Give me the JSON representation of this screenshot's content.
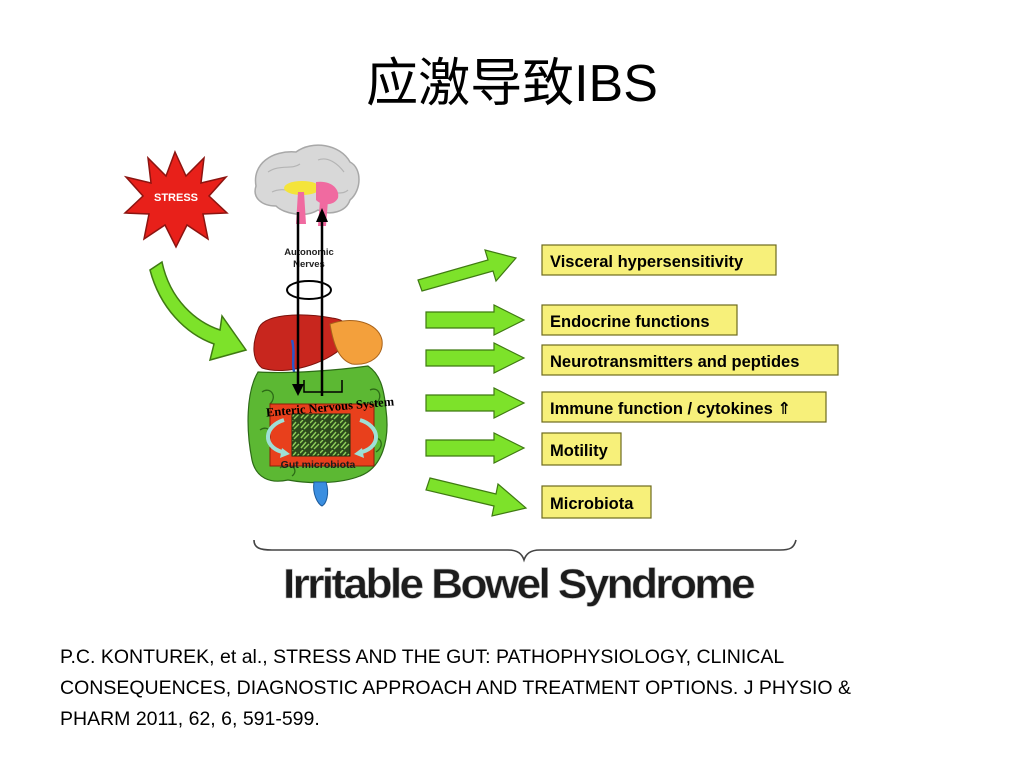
{
  "slide": {
    "title_cjk": "应激导致",
    "title_latin": "IBS",
    "citation_lines": [
      "P.C. KONTUREK, et al., STRESS AND THE GUT: PATHOPHYSIOLOGY, CLINICAL",
      "CONSEQUENCES, DIAGNOSTIC APPROACH AND TREATMENT OPTIONS. J PHYSIO &",
      "PHARM  2011, 62, 6, 591-599."
    ]
  },
  "diagram": {
    "stress_label": "STRESS",
    "autonomic_label_line1": "Autonomic",
    "autonomic_label_line2": "Nerves",
    "enteric_label": "Enteric Nervous System",
    "microbiota_label": "Gut microbiota",
    "effects": [
      "Visceral hypersensitivity",
      "Endocrine functions",
      "Neurotransmitters and peptides",
      "Immune function / cytokines ⇑",
      "Motility",
      "Microbiota"
    ],
    "syndrome_label": "Irritable Bowel Syndrome"
  },
  "colors": {
    "effect_box_fill": "#f7f07a",
    "arrow_green": "#7de22a",
    "stress_red": "#e8201a",
    "liver_red": "#c8261e",
    "intestine_green": "#5cb833",
    "ens_orange": "#e8401c"
  }
}
